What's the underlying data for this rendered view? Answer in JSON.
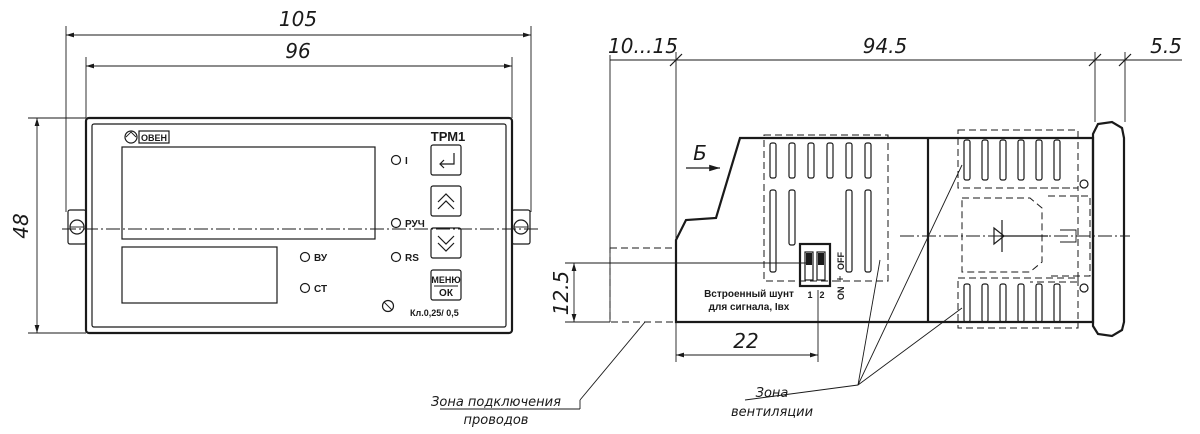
{
  "dimensions": {
    "total_width": "105",
    "panel_width": "96",
    "height": "48",
    "mount_gap": "10...15",
    "depth": "94.5",
    "bezel": "5.5",
    "shunt_height": "12.5",
    "shunt_offset": "22"
  },
  "front_panel": {
    "brand": "ОВЕН",
    "model": "ТРМ1",
    "led_i": "I",
    "led_ruch": "РУЧ",
    "led_rs": "RS",
    "led_vu": "ВУ",
    "led_st": "СТ",
    "menu_line1": "МЕНЮ",
    "menu_line2": "ОК",
    "accuracy": "Кл.0,25/ 0,5"
  },
  "side_view": {
    "view_letter": "Б",
    "shunt_label_line1": "Встроенный шунт",
    "shunt_label_line2": "для сигнала, Iвх",
    "switch_pin1": "1",
    "switch_pin2": "2",
    "switch_on": "ON",
    "switch_off": "OFF"
  },
  "callouts": {
    "wire_zone_line1": "Зона  подключения",
    "wire_zone_line2": "проводов",
    "vent_zone_line1": "Зона",
    "vent_zone_line2": "вентиляции"
  }
}
